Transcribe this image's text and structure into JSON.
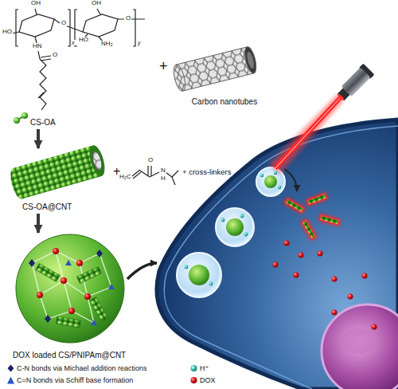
{
  "diagram": {
    "nodes": [
      {
        "text": [
          "CS-OA"
        ]
      },
      {
        "text": [
          "Carbon nanotubes"
        ]
      },
      {
        "text": [
          "CS-OA@CNT"
        ]
      },
      {
        "text": [
          "DOX loaded CS/PNIPAm@CNT"
        ]
      }
    ],
    "edges": [
      {
        "from": 0,
        "to": 2,
        "arrow": "to"
      },
      {
        "from": 2,
        "to": 3,
        "arrow": "to"
      }
    ],
    "labels": [
      "OH",
      "OH",
      "HO",
      "O",
      "x",
      "HO",
      "NH₂",
      "O",
      "y",
      "HN",
      "O",
      "+",
      "+",
      "H₂C",
      "O",
      "N",
      "H",
      "+ cross-linkers"
    ],
    "legend": [
      {
        "text": "C-N bonds via Michael addition reactions"
      },
      {
        "text": "C=N bonds via Schiff base formation"
      },
      {
        "text": "H⁺"
      },
      {
        "text": "DOX"
      }
    ]
  }
}
